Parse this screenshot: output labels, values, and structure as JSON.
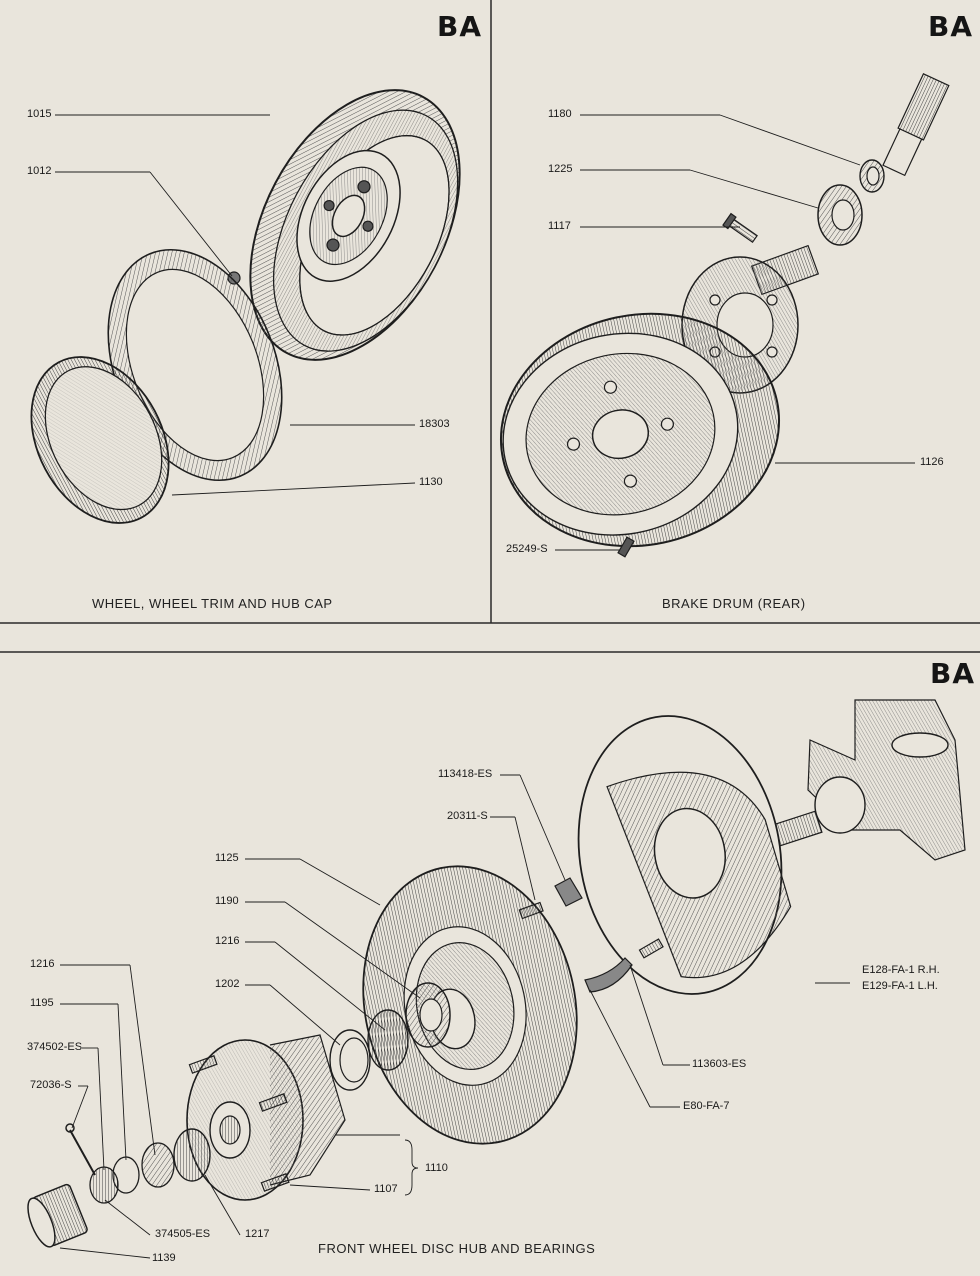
{
  "badges": {
    "top_left": "BA",
    "top_right": "BA",
    "bottom": "BA"
  },
  "captions": {
    "wheel": "WHEEL, WHEEL TRIM AND HUB CAP",
    "brake_drum": "BRAKE DRUM (REAR)",
    "front_hub": "FRONT WHEEL DISC HUB AND BEARINGS"
  },
  "parts": {
    "p1015": "1015",
    "p1012": "1012",
    "p18303": "18303",
    "p1130": "1130",
    "p1180": "1180",
    "p1225": "1225",
    "p1117": "1117",
    "p1126": "1126",
    "p25249s": "25249-S",
    "p113418es": "113418-ES",
    "p20311s": "20311-S",
    "p1125": "1125",
    "p1190": "1190",
    "p1216a": "1216",
    "p1216b": "1216",
    "p1202": "1202",
    "p1195": "1195",
    "p374502es": "374502-ES",
    "p72036s": "72036-S",
    "pE128": "E128-FA-1 R.H.",
    "pE129": "E129-FA-1 L.H.",
    "p113603es": "113603-ES",
    "pE80": "E80-FA-7",
    "p1110": "1110",
    "p1107": "1107",
    "p374505es": "374505-ES",
    "p1217": "1217",
    "p1139": "1139"
  },
  "colors": {
    "paper": "#e9e5dc",
    "ink": "#1e1e1e",
    "shade": "#8d877b"
  }
}
